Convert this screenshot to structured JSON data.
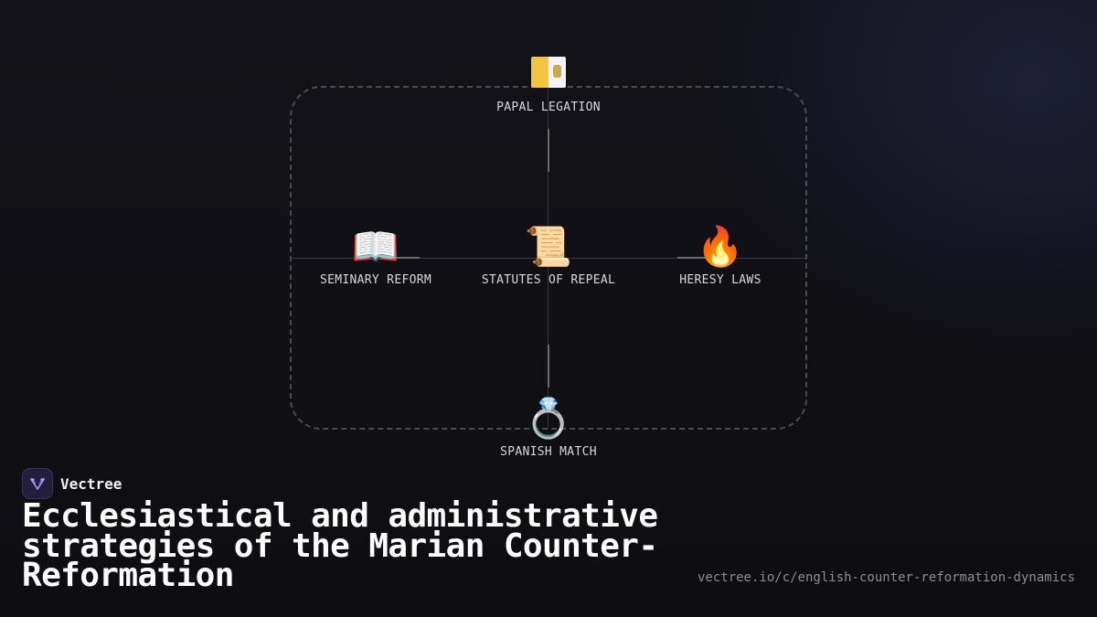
{
  "diagram": {
    "nodes": [
      {
        "id": "papal",
        "label": "PAPAL LEGATION",
        "icon": "vatican-flag-icon"
      },
      {
        "id": "seminary",
        "label": "SEMINARY REFORM",
        "icon": "open-book-icon",
        "glyph": "📖"
      },
      {
        "id": "statutes",
        "label": "STATUTES OF REPEAL",
        "icon": "scroll-icon",
        "glyph": "📜"
      },
      {
        "id": "heresy",
        "label": "HERESY LAWS",
        "icon": "fire-icon",
        "glyph": "🔥"
      },
      {
        "id": "spanish",
        "label": "SPANISH MATCH",
        "icon": "ring-icon",
        "glyph": "💍"
      }
    ],
    "edges": [
      {
        "from": "papal",
        "to": "statutes"
      },
      {
        "from": "seminary",
        "to": "statutes"
      },
      {
        "from": "statutes",
        "to": "heresy"
      },
      {
        "from": "statutes",
        "to": "spanish"
      }
    ]
  },
  "brand": {
    "name": "Vectree",
    "accent": "#8b5cf6"
  },
  "title": "Ecclesiastical and administrative strategies of the Marian Counter-Reformation",
  "url": "vectree.io/c/english-counter-reformation-dynamics"
}
